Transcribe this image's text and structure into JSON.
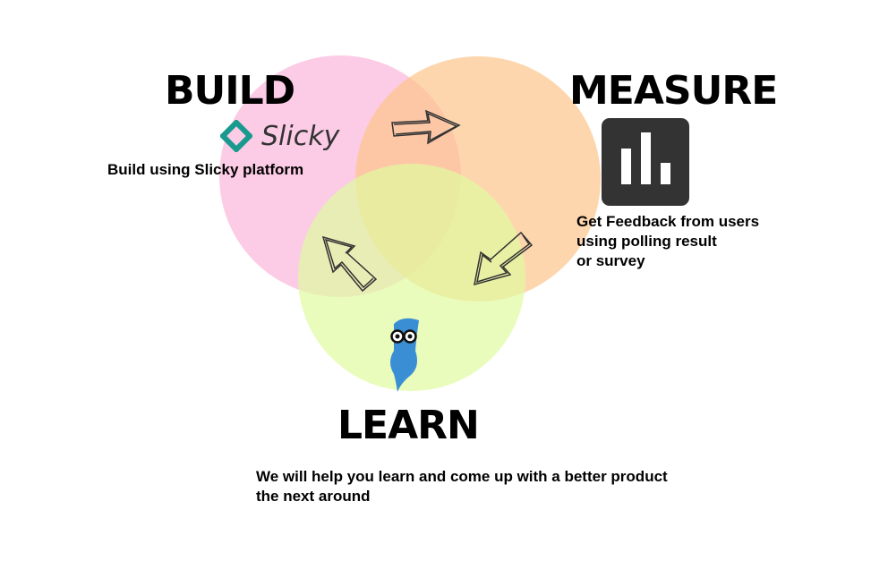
{
  "build": {
    "title": "BUILD",
    "logo_text": "Slicky",
    "description": "Build using Slicky platform"
  },
  "measure": {
    "title": "MEASURE",
    "icon": "bar-chart-icon",
    "description_lines": [
      "Get Feedback from users",
      "using polling result",
      "or survey"
    ]
  },
  "learn": {
    "title": "LEARN",
    "icon": "mascot-icon",
    "description_lines": [
      "We will help you learn and come up with a better product",
      "the next around"
    ]
  },
  "colors": {
    "build": "#fcc3e2",
    "measure": "#fdcf98",
    "learn": "#e5fbb0",
    "logo": "#1a9a8f",
    "mascot": "#3a8fd4"
  }
}
